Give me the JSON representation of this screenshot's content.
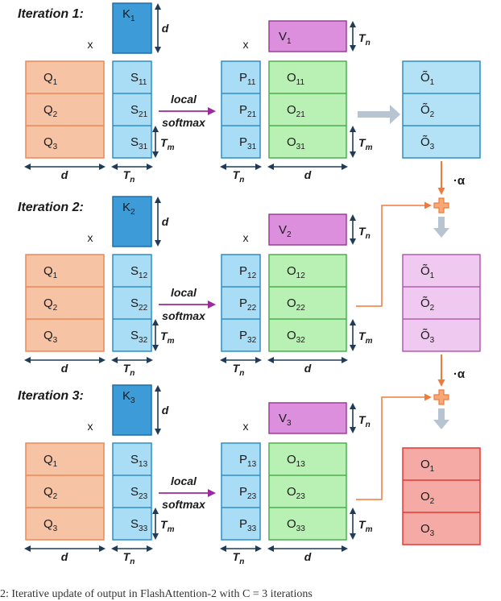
{
  "title": "",
  "caption": "2: Iterative update of output in FlashAttention-2 with C = 3 iterations",
  "colors": {
    "q_fill": "#f7c3a5",
    "q_stroke": "#e98a56",
    "k_fill": "#3d9cd7",
    "k_stroke": "#1f6fa8",
    "s_fill": "#a9dcf5",
    "s_stroke": "#2f8ec5",
    "v_fill": "#dc8fdc",
    "v_stroke": "#9b3e9b",
    "o_fill": "#b9f0b3",
    "o_stroke": "#4caf50",
    "ot_fill": "#b3e1f5",
    "ot_stroke": "#2f8ec5",
    "ot2_fill": "#efc9ef",
    "ot2_stroke": "#b25db2",
    "out_fill": "#f6aaa5",
    "out_stroke": "#e53935",
    "arrow_gray": "#b7c5d3",
    "arrow_orange": "#f07a3a",
    "softmax_arrow": "#9b2a9b"
  },
  "labels": {
    "d": "d",
    "T": "T",
    "n": "n",
    "m": "m",
    "times": "x",
    "alpha": "·α",
    "local": "local",
    "softmax": "softmax"
  },
  "iterations": [
    {
      "title": "Iteration 1:",
      "Q": [
        [
          "Q",
          "1"
        ],
        [
          "Q",
          "2"
        ],
        [
          "Q",
          "3"
        ]
      ],
      "K": [
        "K",
        "1"
      ],
      "S": [
        [
          "S",
          "11"
        ],
        [
          "S",
          "21"
        ],
        [
          "S",
          "31"
        ]
      ],
      "V": [
        "V",
        "1"
      ],
      "P": [
        [
          "P",
          "11"
        ],
        [
          "P",
          "21"
        ],
        [
          "P",
          "31"
        ]
      ],
      "O": [
        [
          "O",
          "11"
        ],
        [
          "O",
          "21"
        ],
        [
          "O",
          "31"
        ]
      ]
    },
    {
      "title": "Iteration 2:",
      "Q": [
        [
          "Q",
          "1"
        ],
        [
          "Q",
          "2"
        ],
        [
          "Q",
          "3"
        ]
      ],
      "K": [
        "K",
        "2"
      ],
      "S": [
        [
          "S",
          "12"
        ],
        [
          "S",
          "22"
        ],
        [
          "S",
          "32"
        ]
      ],
      "V": [
        "V",
        "2"
      ],
      "P": [
        [
          "P",
          "12"
        ],
        [
          "P",
          "22"
        ],
        [
          "P",
          "32"
        ]
      ],
      "O": [
        [
          "O",
          "12"
        ],
        [
          "O",
          "22"
        ],
        [
          "O",
          "32"
        ]
      ]
    },
    {
      "title": "Iteration 3:",
      "Q": [
        [
          "Q",
          "1"
        ],
        [
          "Q",
          "2"
        ],
        [
          "Q",
          "3"
        ]
      ],
      "K": [
        "K",
        "3"
      ],
      "S": [
        [
          "S",
          "13"
        ],
        [
          "S",
          "23"
        ],
        [
          "S",
          "33"
        ]
      ],
      "V": [
        "V",
        "3"
      ],
      "P": [
        [
          "P",
          "13"
        ],
        [
          "P",
          "23"
        ],
        [
          "P",
          "33"
        ]
      ],
      "O": [
        [
          "O",
          "13"
        ],
        [
          "O",
          "23"
        ],
        [
          "O",
          "33"
        ]
      ]
    }
  ],
  "outputs": [
    {
      "cells": [
        [
          "Õ",
          "1"
        ],
        [
          "Õ",
          "2"
        ],
        [
          "Õ",
          "3"
        ]
      ]
    },
    {
      "cells": [
        [
          "Õ",
          "1"
        ],
        [
          "Õ",
          "2"
        ],
        [
          "Õ",
          "3"
        ]
      ]
    },
    {
      "cells": [
        [
          "O",
          "1"
        ],
        [
          "O",
          "2"
        ],
        [
          "O",
          "3"
        ]
      ]
    }
  ]
}
